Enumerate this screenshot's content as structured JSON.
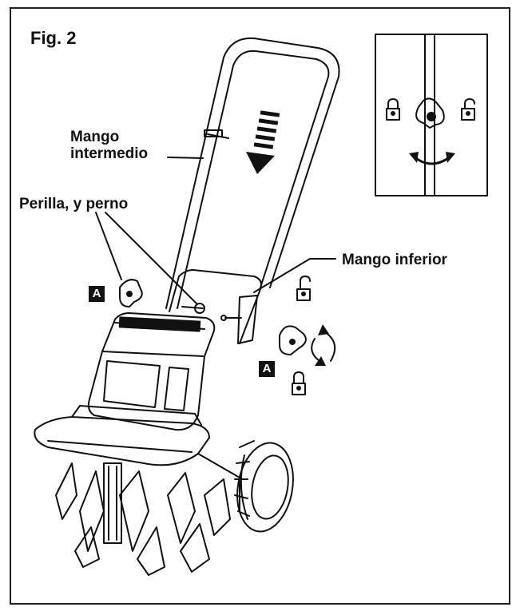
{
  "figure": {
    "title": "Fig. 2",
    "labels": {
      "middle_handle": [
        "Mango",
        "intermedio"
      ],
      "knob_and_bolt": "Perilla, y perno",
      "lower_handle": "Mango inferior"
    },
    "badge_letter": "A"
  },
  "icons": [
    "lock-open-icon",
    "lock-closed-icon",
    "rotate-arrow-icon",
    "down-arrow-icon"
  ]
}
